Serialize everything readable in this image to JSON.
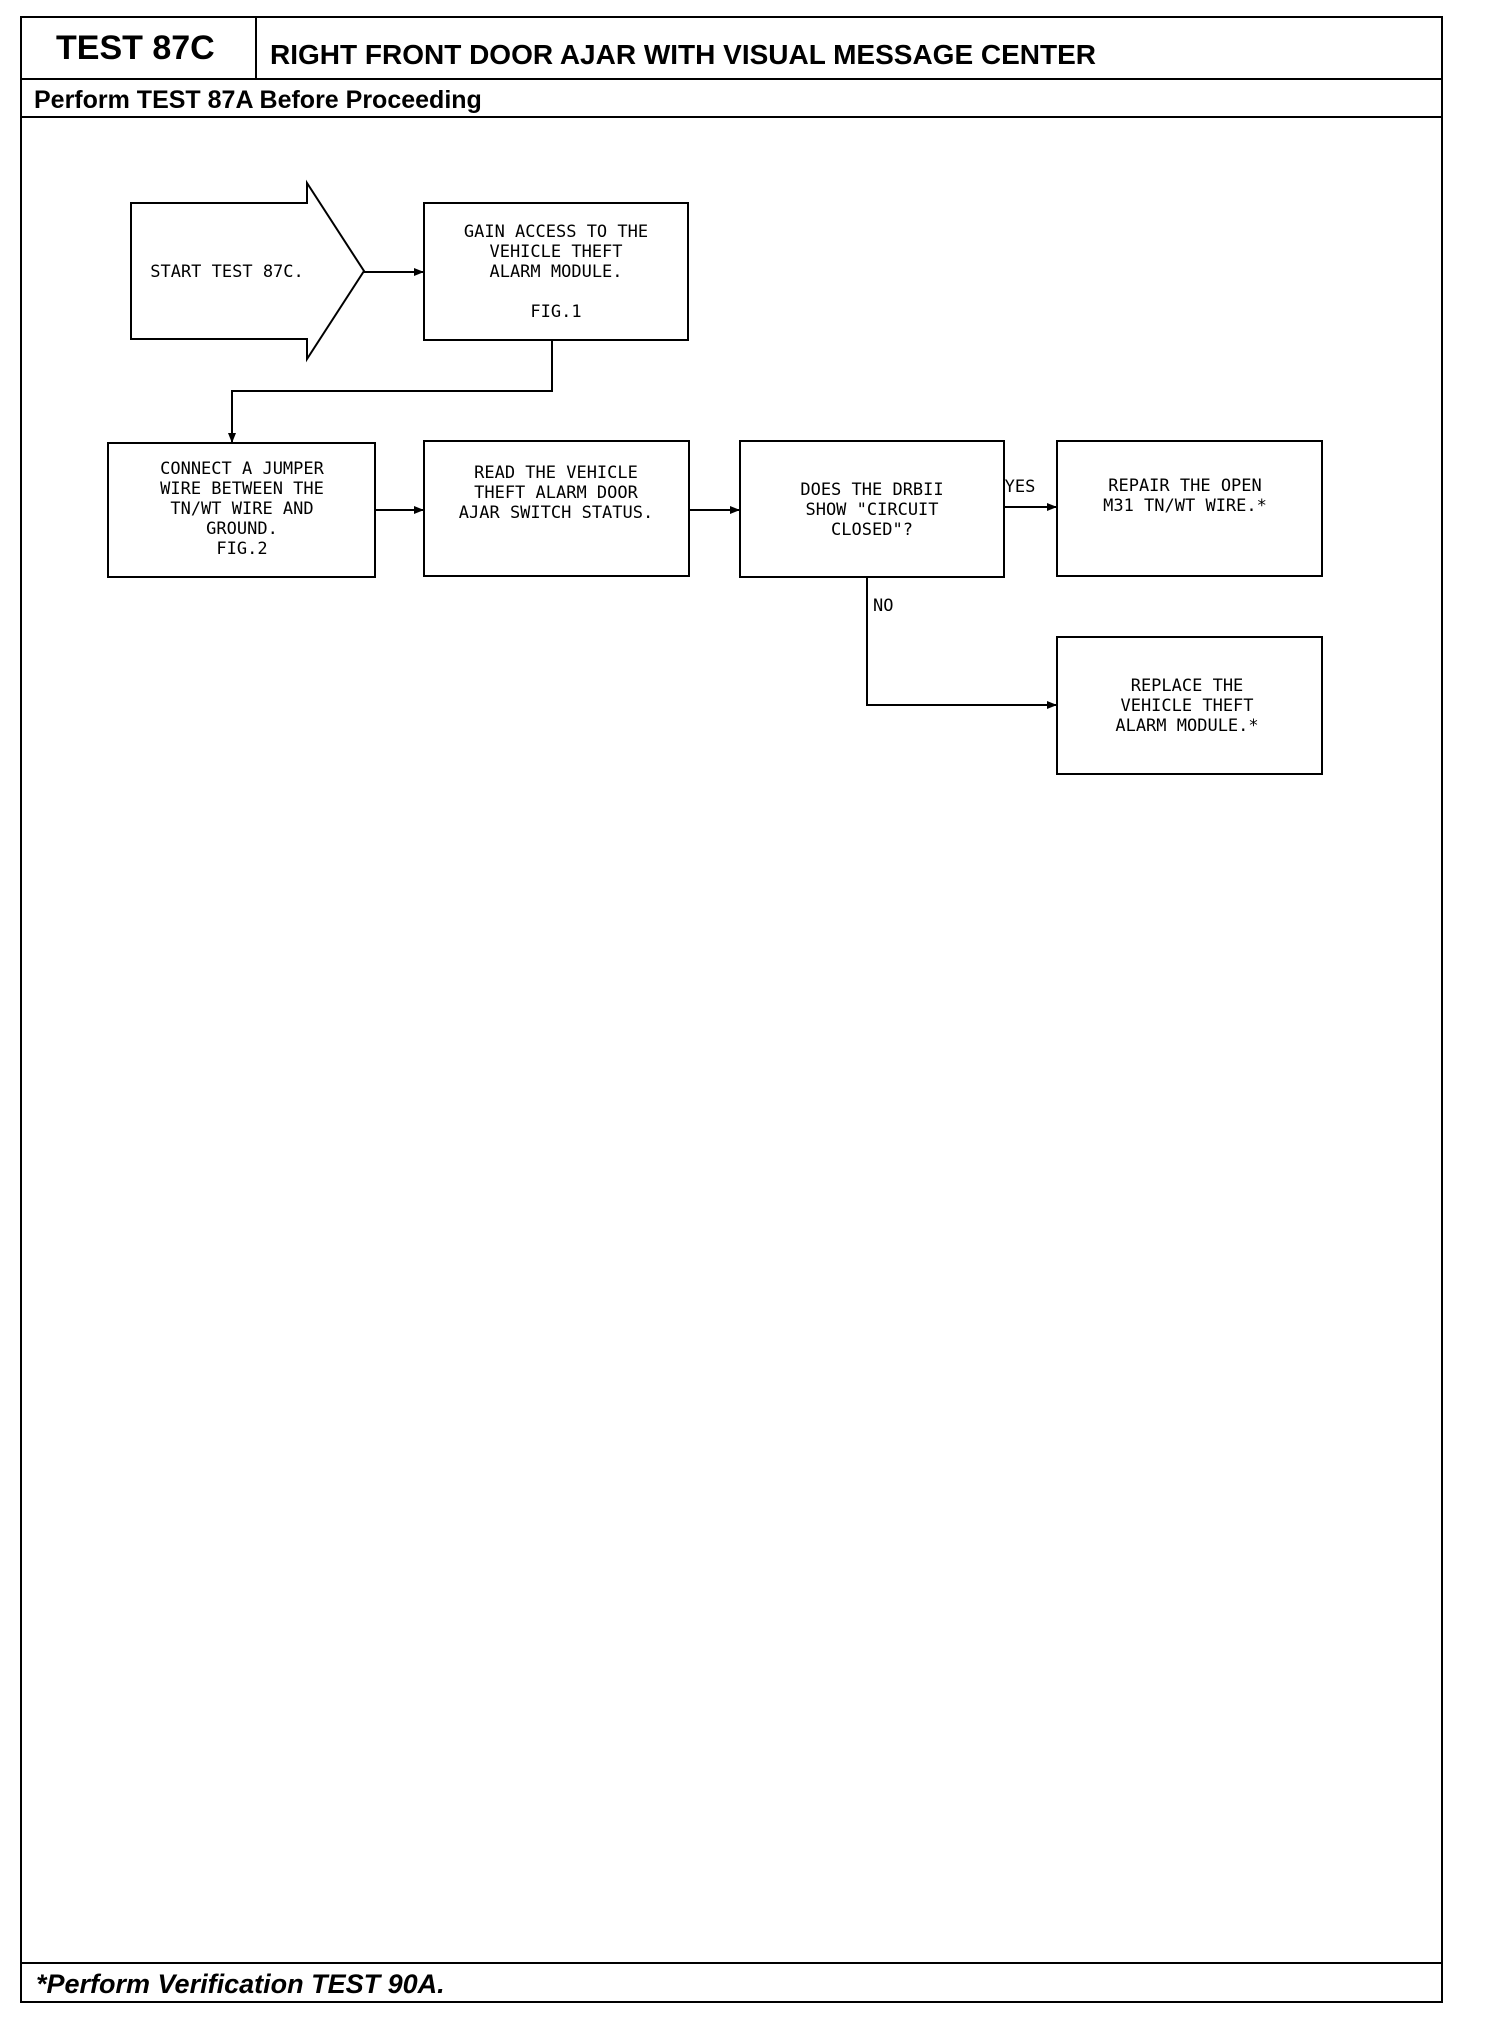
{
  "header": {
    "test_id": "TEST 87C",
    "title": "RIGHT FRONT DOOR AJAR WITH VISUAL MESSAGE CENTER",
    "prerequisite": "Perform TEST 87A Before Proceeding"
  },
  "flowchart": {
    "start": {
      "lines": [
        "START TEST 87C."
      ]
    },
    "gain_access": {
      "lines": [
        "GAIN ACCESS TO THE",
        "VEHICLE THEFT",
        "ALARM MODULE.",
        "",
        "FIG.1"
      ]
    },
    "connect_jumper": {
      "lines": [
        "CONNECT A JUMPER",
        "WIRE BETWEEN THE",
        "TN/WT WIRE AND",
        "GROUND.",
        "FIG.2"
      ]
    },
    "read_status": {
      "lines": [
        "READ THE VEHICLE",
        "THEFT ALARM DOOR",
        "AJAR SWITCH STATUS."
      ]
    },
    "decision": {
      "lines": [
        "DOES THE DRBII",
        "SHOW \"CIRCUIT",
        "CLOSED\"?"
      ]
    },
    "repair": {
      "lines": [
        "REPAIR THE OPEN",
        "M31 TN/WT WIRE.*"
      ]
    },
    "replace": {
      "lines": [
        "REPLACE THE",
        "VEHICLE THEFT",
        "ALARM MODULE.*"
      ]
    },
    "labels": {
      "yes": "YES",
      "no": "NO"
    }
  },
  "footer": {
    "note": "*Perform Verification TEST 90A."
  }
}
